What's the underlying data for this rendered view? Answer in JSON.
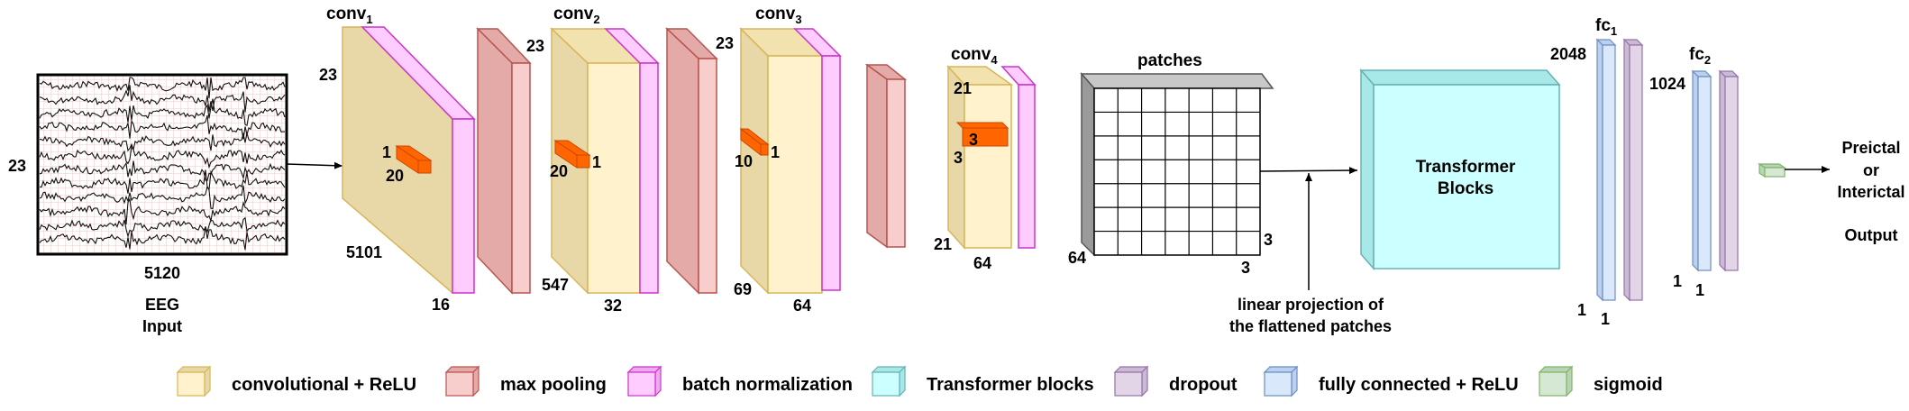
{
  "colors": {
    "conv": "#fff2cc",
    "conv_side": "#e8d8a8",
    "conv_top": "#f2e2b0",
    "conv_stroke": "#d6b656",
    "pool": "#f8cecc",
    "pool_dark": "#e3aaa8",
    "pool_stroke": "#b85450",
    "bn": "#ffccff",
    "bn_dark": "#eeaaee",
    "bn_stroke": "#cc33cc",
    "transformer": "#ccffff",
    "transformer_dark": "#a8e8e8",
    "transformer_stroke": "#66b2b2",
    "dropout": "#e1d5e7",
    "dropout_dark": "#cbbad6",
    "dropout_stroke": "#9673a6",
    "fc": "#dae8fc",
    "fc_dark": "#bcd0ef",
    "fc_stroke": "#6c8ebf",
    "sigmoid": "#d5e8d4",
    "sigmoid_dark": "#b7d4b5",
    "sigmoid_stroke": "#82b366",
    "kernel": "#ff6600",
    "kernel_dark": "#cc4400",
    "grid_pink": "#f3c6c6"
  },
  "input": {
    "dim_height": "23",
    "dim_width": "5120",
    "caption_line1": "EEG",
    "caption_line2": "Input"
  },
  "conv1": {
    "title": "conv",
    "sub": "1",
    "dim_height": "23",
    "dim_length": "5101",
    "dim_channels": "16",
    "kernel_h": "1",
    "kernel_w": "20"
  },
  "conv2": {
    "title": "conv",
    "sub": "2",
    "dim_height": "23",
    "dim_length": "547",
    "dim_channels": "32",
    "kernel_h": "1",
    "kernel_w": "20"
  },
  "conv3": {
    "title": "conv",
    "sub": "3",
    "dim_height": "23",
    "dim_length": "69",
    "dim_channels": "64",
    "kernel_h": "1",
    "kernel_w": "10"
  },
  "conv4": {
    "title": "conv",
    "sub": "4",
    "dim_height": "21",
    "dim_length": "21",
    "dim_channels": "64",
    "kernel_h": "3",
    "kernel_w": "3"
  },
  "patches": {
    "title": "patches",
    "dim_size": "64",
    "dim_patch_h": "3",
    "dim_patch_w": "3",
    "projection_line1": "linear projection of",
    "projection_line2": "the flattened patches"
  },
  "transformer": {
    "line1": "Transformer",
    "line2": "Blocks"
  },
  "fc1": {
    "title": "fc",
    "sub": "1",
    "dim_units": "2048",
    "dim_a": "1",
    "dim_b": "1"
  },
  "fc2": {
    "title": "fc",
    "sub": "2",
    "dim_units": "1024",
    "dim_a": "1",
    "dim_b": "1"
  },
  "output": {
    "line1": "Preictal",
    "line2": "or",
    "line3": "Interictal",
    "line4": "Output"
  },
  "legend": [
    {
      "label": "convolutional + ReLU",
      "color_key": "conv"
    },
    {
      "label": "max pooling",
      "color_key": "pool"
    },
    {
      "label": "batch normalization",
      "color_key": "bn"
    },
    {
      "label": "Transformer blocks",
      "color_key": "transformer"
    },
    {
      "label": "dropout",
      "color_key": "dropout"
    },
    {
      "label": "fully connected + ReLU",
      "color_key": "fc"
    },
    {
      "label": "sigmoid",
      "color_key": "sigmoid"
    }
  ]
}
